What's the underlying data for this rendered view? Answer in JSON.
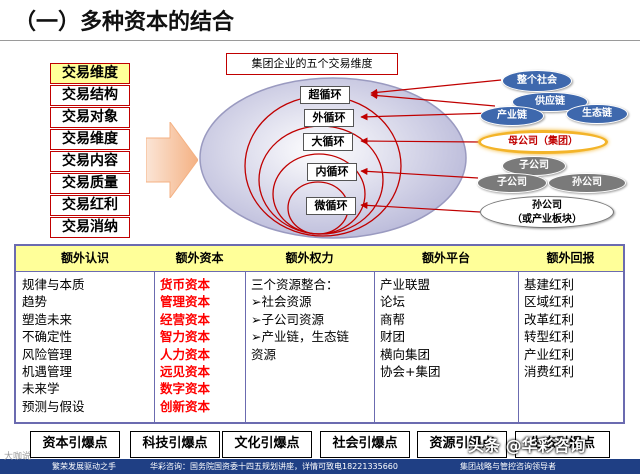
{
  "title": "（一）多种资本的结合",
  "dimensions": [
    "交易维度",
    "交易结构",
    "交易对象",
    "交易维度",
    "交易内容",
    "交易质量",
    "交易红利",
    "交易消纳"
  ],
  "diagram": {
    "title": "集团企业的五个交易维度",
    "rings": [
      "超循环",
      "外循环",
      "大循环",
      "内循环",
      "微循环"
    ],
    "ovals": [
      "整个社会",
      "供应链",
      "产业链",
      "生态链",
      "母公司（集团）",
      "子公司",
      "子公司",
      "孙公司",
      "孙公司\n（或产业板块）"
    ]
  },
  "table": {
    "columns": [
      {
        "header": "额外认识",
        "lines": [
          "规律与本质",
          "趋势",
          "塑造未来",
          "不确定性",
          "风险管理",
          "机遇管理",
          "未来学",
          "预测与假设"
        ]
      },
      {
        "header": "额外资本",
        "lines": [
          "货币资本",
          "管理资本",
          "经营资本",
          "智力资本",
          "人力资本",
          "远见资本",
          "数字资本",
          "创新资本"
        ]
      },
      {
        "header": "额外权力",
        "lines": [
          "三个资源整合：",
          "➢社会资源",
          "➢子公司资源",
          "➢产业链，生态链",
          "资源"
        ]
      },
      {
        "header": "额外平台",
        "lines": [
          "产业联盟",
          "论坛",
          "商帮",
          "财团",
          "横向集团",
          "协会+集团"
        ]
      },
      {
        "header": "额外回报",
        "lines": [
          "基建红利",
          "区域红利",
          "改革红利",
          "转型红利",
          "产业红利",
          "消费红利"
        ]
      }
    ]
  },
  "breakpoints": [
    "资本引爆点",
    "科技引爆点",
    "文化引爆点",
    "社会引爆点",
    "资源引爆点",
    "生态引爆点"
  ],
  "footer": [
    "繁荣发展驱动之手",
    "华彩咨询：国务院国资委十四五规划讲座，详情可致电18221335660",
    "集团战略与管控咨询领导者"
  ],
  "watermarks": [
    "大咖说",
    "头条 @华彩咨询"
  ]
}
